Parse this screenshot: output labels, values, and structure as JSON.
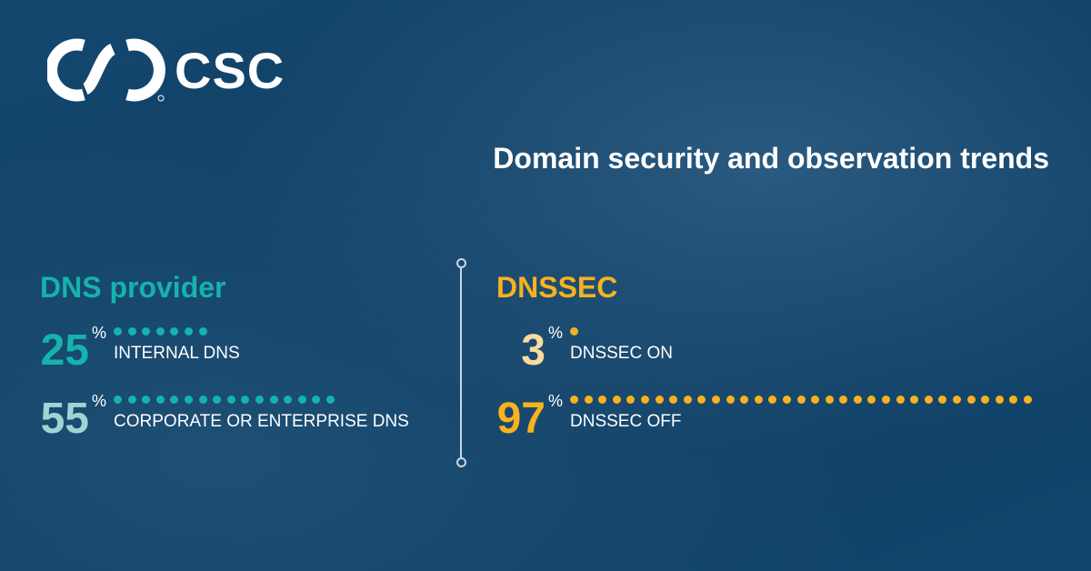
{
  "logo": {
    "text": "CSC"
  },
  "title": "Domain security and observation trends",
  "chart_data": [
    {
      "type": "bar",
      "title": "DNS provider",
      "title_color": "#14b3ac",
      "unit": "%",
      "categories": [
        "INTERNAL DNS",
        "CORPORATE OR ENTERPRISE DNS"
      ],
      "values": [
        25,
        55
      ],
      "value_colors": [
        "#14b3ac",
        "#9fd5d1"
      ],
      "dot_color": "#14b3ac"
    },
    {
      "type": "bar",
      "title": "DNSSEC",
      "title_color": "#f7b21e",
      "unit": "%",
      "categories": [
        "DNSSEC ON",
        "DNSSEC OFF"
      ],
      "values": [
        3,
        97
      ],
      "value_colors": [
        "#f9dba0",
        "#f7b21e"
      ],
      "dot_color": "#f7b21e"
    }
  ]
}
